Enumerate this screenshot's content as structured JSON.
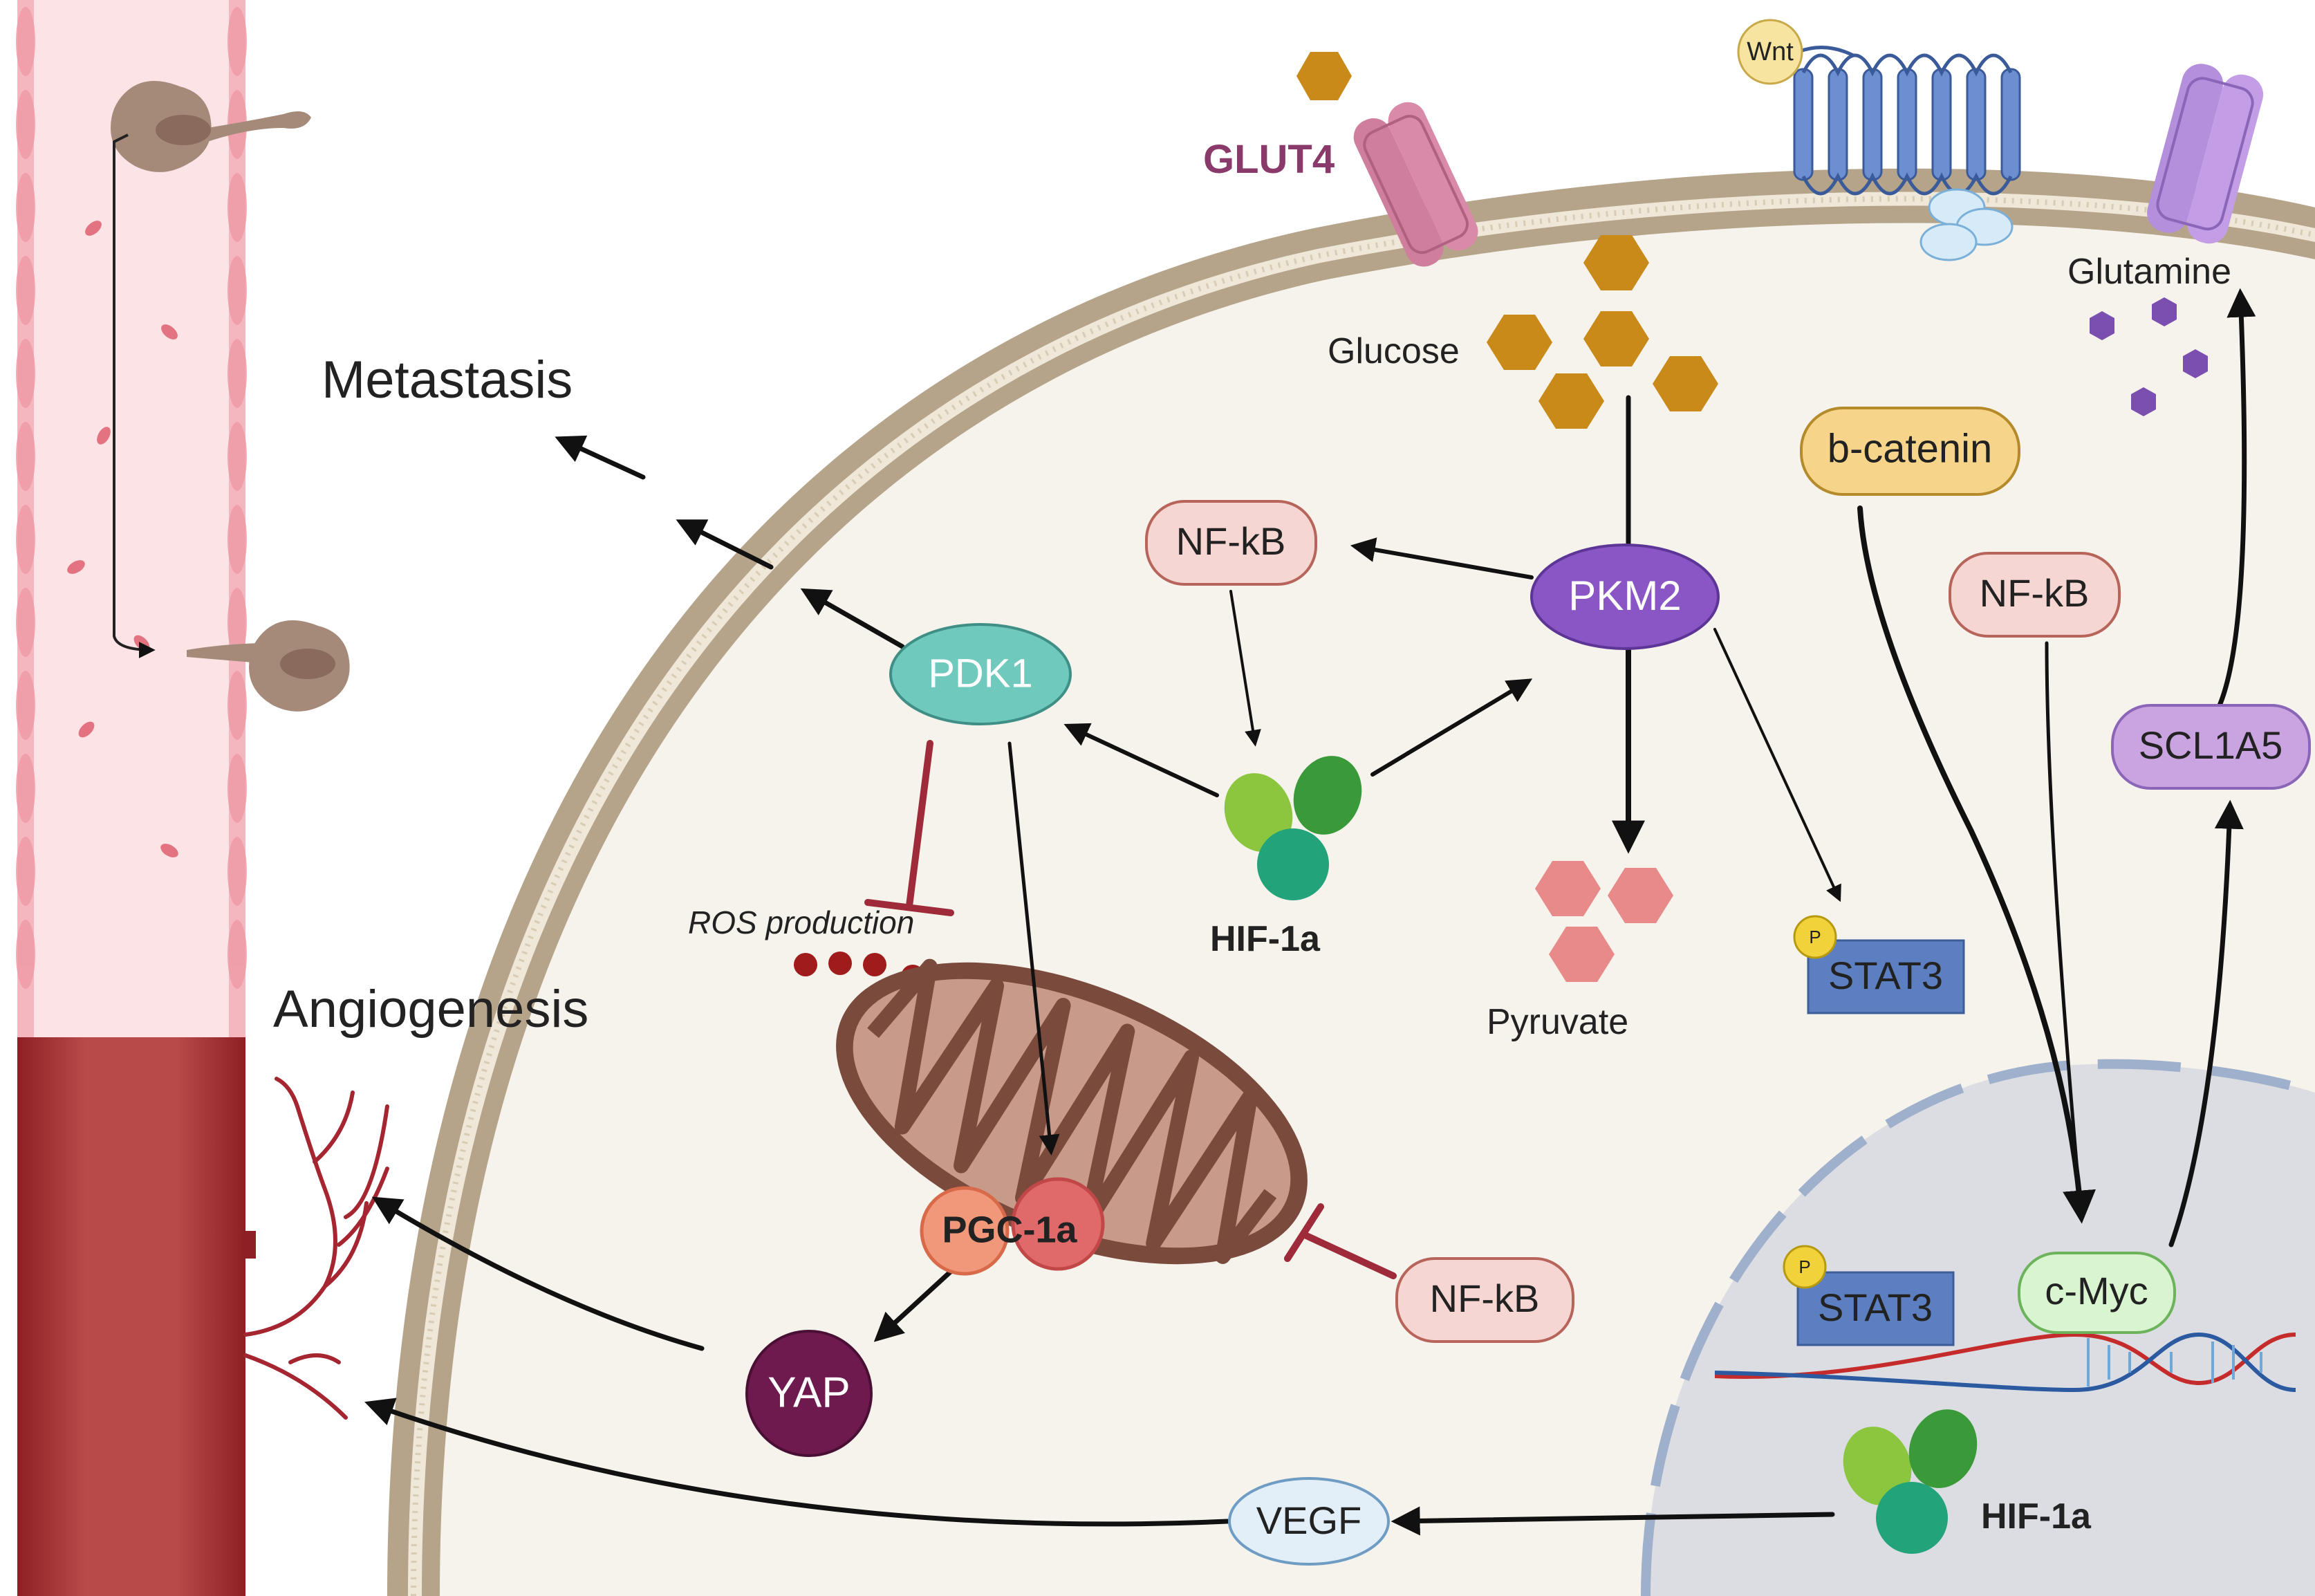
{
  "labels": {
    "metastasis": "Metastasis",
    "angiogenesis": "Angiogenesis",
    "glut4": "GLUT4",
    "wnt": "Wnt",
    "glucose": "Glucose",
    "glutamine": "Glutamine",
    "b_catenin": "b-catenin",
    "nfkb_top": "NF-kB",
    "pkm2": "PKM2",
    "nfkb_right": "NF-kB",
    "pdk1": "PDK1",
    "hif1a_top": "HIF-1a",
    "scl1a5": "SCL1A5",
    "ros": "ROS production",
    "pyruvate": "Pyruvate",
    "stat3_cyto": "STAT3",
    "p_cyto": "P",
    "pgc1a": "PGC-1a",
    "nfkb_bottom": "NF-kB",
    "yap": "YAP",
    "stat3_nuc": "STAT3",
    "p_nuc": "P",
    "cmyc": "c-Myc",
    "vegf": "VEGF",
    "hif1a_nuc": "HIF-1a"
  },
  "colors": {
    "membrane": "#b5a48a",
    "cytoplasm": "#f6f3ec",
    "nucleus": "#dcdde2",
    "glucose": "#c98a1a",
    "pyruvate": "#e98a8a",
    "glutamine": "#7b4fb0",
    "inhibit": "#9e2a3a",
    "pdk1": "#6fc9bd",
    "pkm2": "#8a55c4",
    "vessel": "#b33a3a"
  }
}
